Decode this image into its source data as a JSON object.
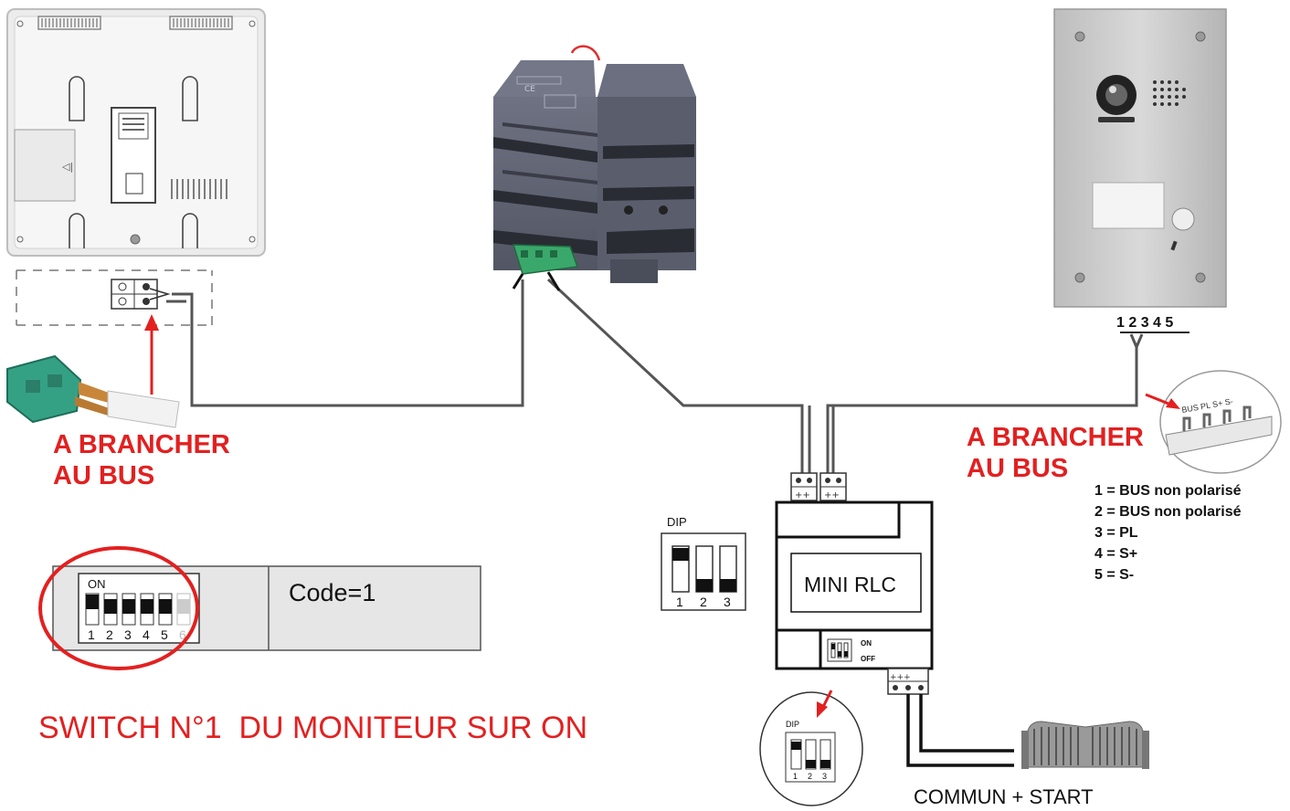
{
  "labels": {
    "bus_left_line1": "A BRANCHER",
    "bus_left_line2": "AU BUS",
    "bus_right_line1": "A BRANCHER",
    "bus_right_line2": "AU BUS",
    "switch_caption": "SWITCH N°1  DU MONITEUR SUR ON",
    "code_text": "Code=1",
    "mini_rlc": "MINI RLC",
    "commun_start": "COMMUN + START",
    "dip_label": "DIP",
    "dip_small_label": "DIP",
    "on_label": "ON",
    "off_label": "OFF",
    "monitor_dip_on": "ON",
    "door_terminals": "1 2 3 4 5",
    "bus_pin_labels": "BUS  PL  S+  S-"
  },
  "monitor_dip_numbers": [
    "1",
    "2",
    "3",
    "4",
    "5",
    "6"
  ],
  "rlc_dip_numbers": [
    "1",
    "2",
    "3"
  ],
  "small_dip_numbers": [
    "1",
    "2",
    "3"
  ],
  "legend": [
    "1 = BUS non polarisé",
    "2 = BUS non polarisé",
    "3 = PL",
    "4 = S+",
    "5 = S-"
  ],
  "colors": {
    "red": "#e32020",
    "wire": "#555555",
    "psu_body": "#5d6170",
    "panel": "#c9c9c9",
    "terminal_green": "#3aa86b"
  }
}
